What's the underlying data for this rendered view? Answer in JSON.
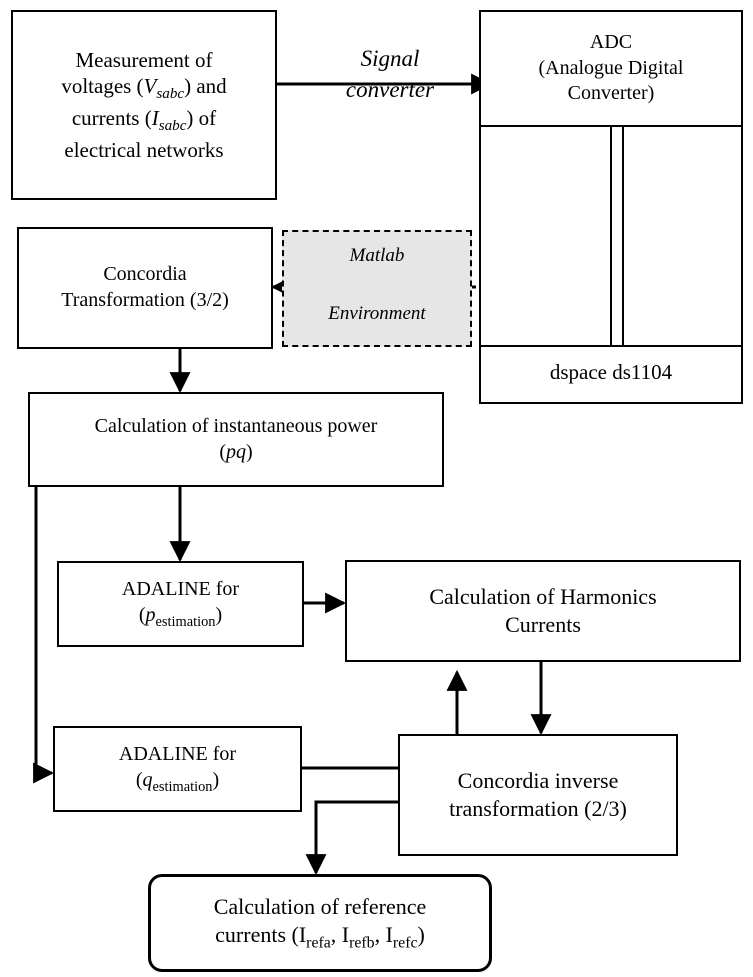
{
  "measurement": {
    "line1": "Measurement of",
    "line2_pre": "voltages (",
    "v_sym": "V",
    "v_sub": "sabc",
    "line2_post": ") and",
    "line3_pre": "currents (",
    "i_sym": "I",
    "i_sub": "sabc",
    "line3_post": ") of",
    "line4": "electrical networks"
  },
  "signal_converter": {
    "line1": "Signal",
    "line2": "converter"
  },
  "adc": {
    "line1": "ADC",
    "line2": "(Analogue Digital",
    "line3": "Converter)"
  },
  "dspace": {
    "label": "dspace ds1104"
  },
  "matlab": {
    "line1": "Matlab",
    "line2": "Environment"
  },
  "concordia": {
    "line1": "Concordia",
    "line2": "Transformation (3/2)"
  },
  "instantaneous_power": {
    "line1": "Calculation of instantaneous power",
    "line2_pre": "(",
    "pq": "pq",
    "line2_post": ")"
  },
  "adaline_p": {
    "line1": "ADALINE for",
    "pre": "(",
    "sym": "p",
    "sub": "estimation",
    "post": ")"
  },
  "adaline_q": {
    "line1": "ADALINE for",
    "pre": "(",
    "sym": "q",
    "sub": "estimation",
    "post": ")"
  },
  "harmonics": {
    "line1": "Calculation of Harmonics",
    "line2": "Currents"
  },
  "inverse": {
    "line1": "Concordia inverse",
    "line2": "transformation (2/3)"
  },
  "reference": {
    "line1": "Calculation of reference",
    "line2_pre": "currents (",
    "a": "I",
    "a_sub": "refa",
    "sep1": ", ",
    "b": "I",
    "b_sub": "refb",
    "sep2": ", ",
    "c": "I",
    "c_sub": "refc",
    "line2_post": ")"
  },
  "colors": {
    "line": "#000000",
    "matlab_fill": "#e6e6e6",
    "dashed_border": "#000000"
  }
}
